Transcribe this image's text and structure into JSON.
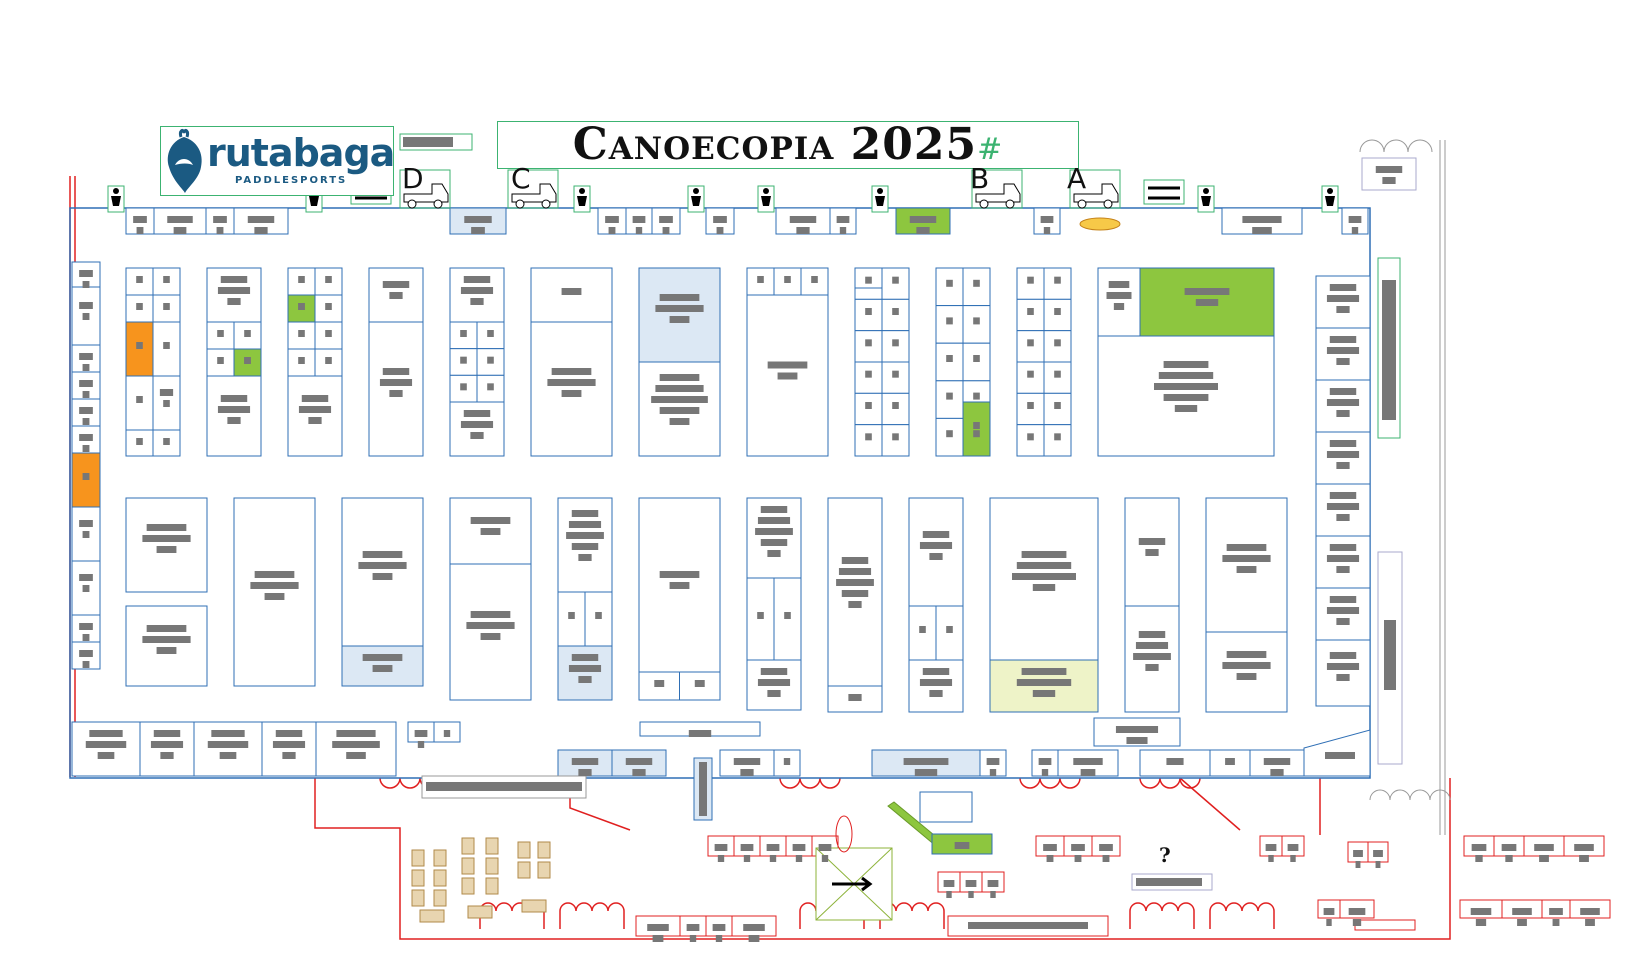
{
  "logo": {
    "name": "rutabaga",
    "tagline": "PADDLESPORTS"
  },
  "title": {
    "text": "Canoecopia 2025",
    "hash": "#"
  },
  "zones": [
    "D",
    "C",
    "B",
    "A"
  ],
  "help": "?",
  "colors": {
    "booth_outline": "#2f6fb5",
    "building_outline": "#e02020",
    "label_gray": "#777777",
    "highlight_green": "#8dc63f",
    "highlight_orange": "#f7941d",
    "pale_blue": "#dce8f4",
    "pale_yellow": "#eef3c8",
    "accent_green": "#3cb371"
  },
  "icons": [
    "restroom-icon",
    "paddle-icon",
    "loading-truck-icon",
    "info-icon"
  ]
}
